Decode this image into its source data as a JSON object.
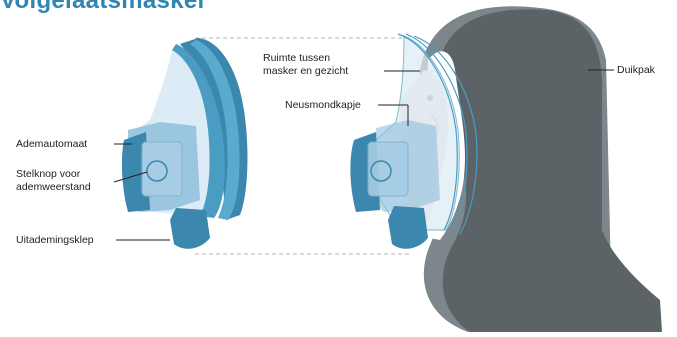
{
  "title": "Volgelaatsmasker",
  "labels": {
    "ademautomaat": "Ademautomaat",
    "stelknop_line1": "Stelknop voor",
    "stelknop_line2": "ademweerstand",
    "uitademingsklep": "Uitademingsklep",
    "ruimte_line1": "Ruimte tussen",
    "ruimte_line2": "masker en gezicht",
    "neusmondkapje": "Neusmondkapje",
    "duikpak": "Duikpak"
  },
  "colors": {
    "title": "#2f86b3",
    "mask_blue": "#4a9cc3",
    "mask_dark": "#3b87ad",
    "visor_light": "#dcebf5",
    "regulator": "#8fbfdc",
    "hood_dark": "#5b6367",
    "hood_light": "#7d868b",
    "dashed_line": "#b5b5b5"
  }
}
